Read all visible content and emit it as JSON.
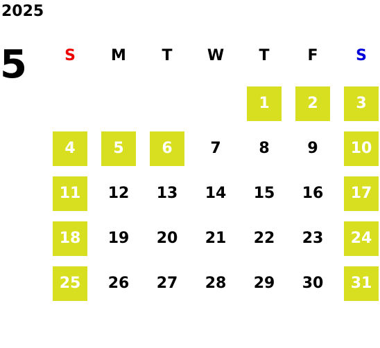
{
  "calendar": {
    "year": "2025",
    "month": "5",
    "weekdays": [
      {
        "label": "S",
        "color": "#ee0000"
      },
      {
        "label": "M",
        "color": "#000000"
      },
      {
        "label": "T",
        "color": "#000000"
      },
      {
        "label": "W",
        "color": "#000000"
      },
      {
        "label": "T",
        "color": "#000000"
      },
      {
        "label": "F",
        "color": "#000000"
      },
      {
        "label": "S",
        "color": "#0000dd"
      }
    ],
    "first_weekday_index": 4,
    "days_in_month": 31,
    "highlighted_days": [
      1,
      2,
      3,
      4,
      5,
      6,
      10,
      11,
      17,
      18,
      24,
      25,
      31
    ],
    "highlight_color": "#d8df20"
  }
}
